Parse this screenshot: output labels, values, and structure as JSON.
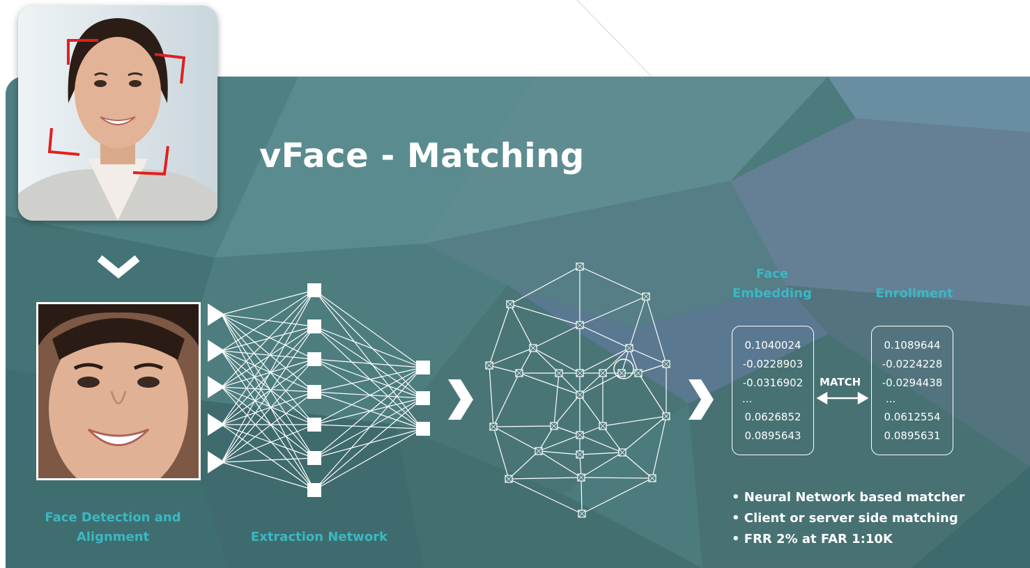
{
  "title": "vFace - Matching",
  "labels": {
    "face_detection": "Face Detection and Alignment",
    "extraction_network": "Extraction Network",
    "face_embedding": "Face Embedding",
    "enrollment": "Enrollment",
    "match": "MATCH"
  },
  "embedding_values": [
    "0.1040024",
    "-0.0228903",
    "-0.0316902",
    "...",
    "0.0626852",
    "0.0895643"
  ],
  "enrollment_values": [
    "0.1089644",
    "-0.0224228",
    "-0.0294438",
    "...",
    "0.0612554",
    "0.0895631"
  ],
  "bullets": [
    "• Neural Network based matcher",
    "• Client or server side matching",
    "• FRR 2% at FAR 1:10K"
  ],
  "icons": [
    "chevron-down-icon",
    "chevron-right-icon",
    "double-arrow-icon",
    "corner-bracket-icon"
  ],
  "colors": {
    "panel": "#4a7a7c",
    "label_accent": "#3ab8c2",
    "bracket": "#e02020",
    "line": "#ffffff"
  }
}
